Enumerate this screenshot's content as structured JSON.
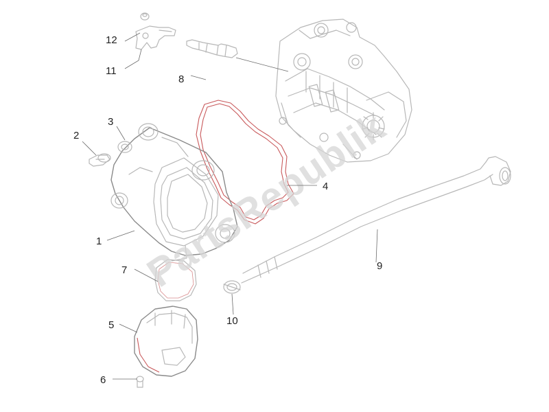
{
  "watermark": "PartsRepublik",
  "callouts": [
    {
      "id": "12",
      "label": "12"
    },
    {
      "id": "11",
      "label": "11"
    },
    {
      "id": "8",
      "label": "8"
    },
    {
      "id": "3",
      "label": "3"
    },
    {
      "id": "2",
      "label": "2"
    },
    {
      "id": "4",
      "label": "4"
    },
    {
      "id": "1",
      "label": "1"
    },
    {
      "id": "7",
      "label": "7"
    },
    {
      "id": "9",
      "label": "9"
    },
    {
      "id": "10",
      "label": "10"
    },
    {
      "id": "5",
      "label": "5"
    },
    {
      "id": "6",
      "label": "6"
    }
  ],
  "colors": {
    "line": "#b7b7b7",
    "gasket": "#c8585a",
    "label": "#222222",
    "watermark": "#d6d6d6"
  }
}
